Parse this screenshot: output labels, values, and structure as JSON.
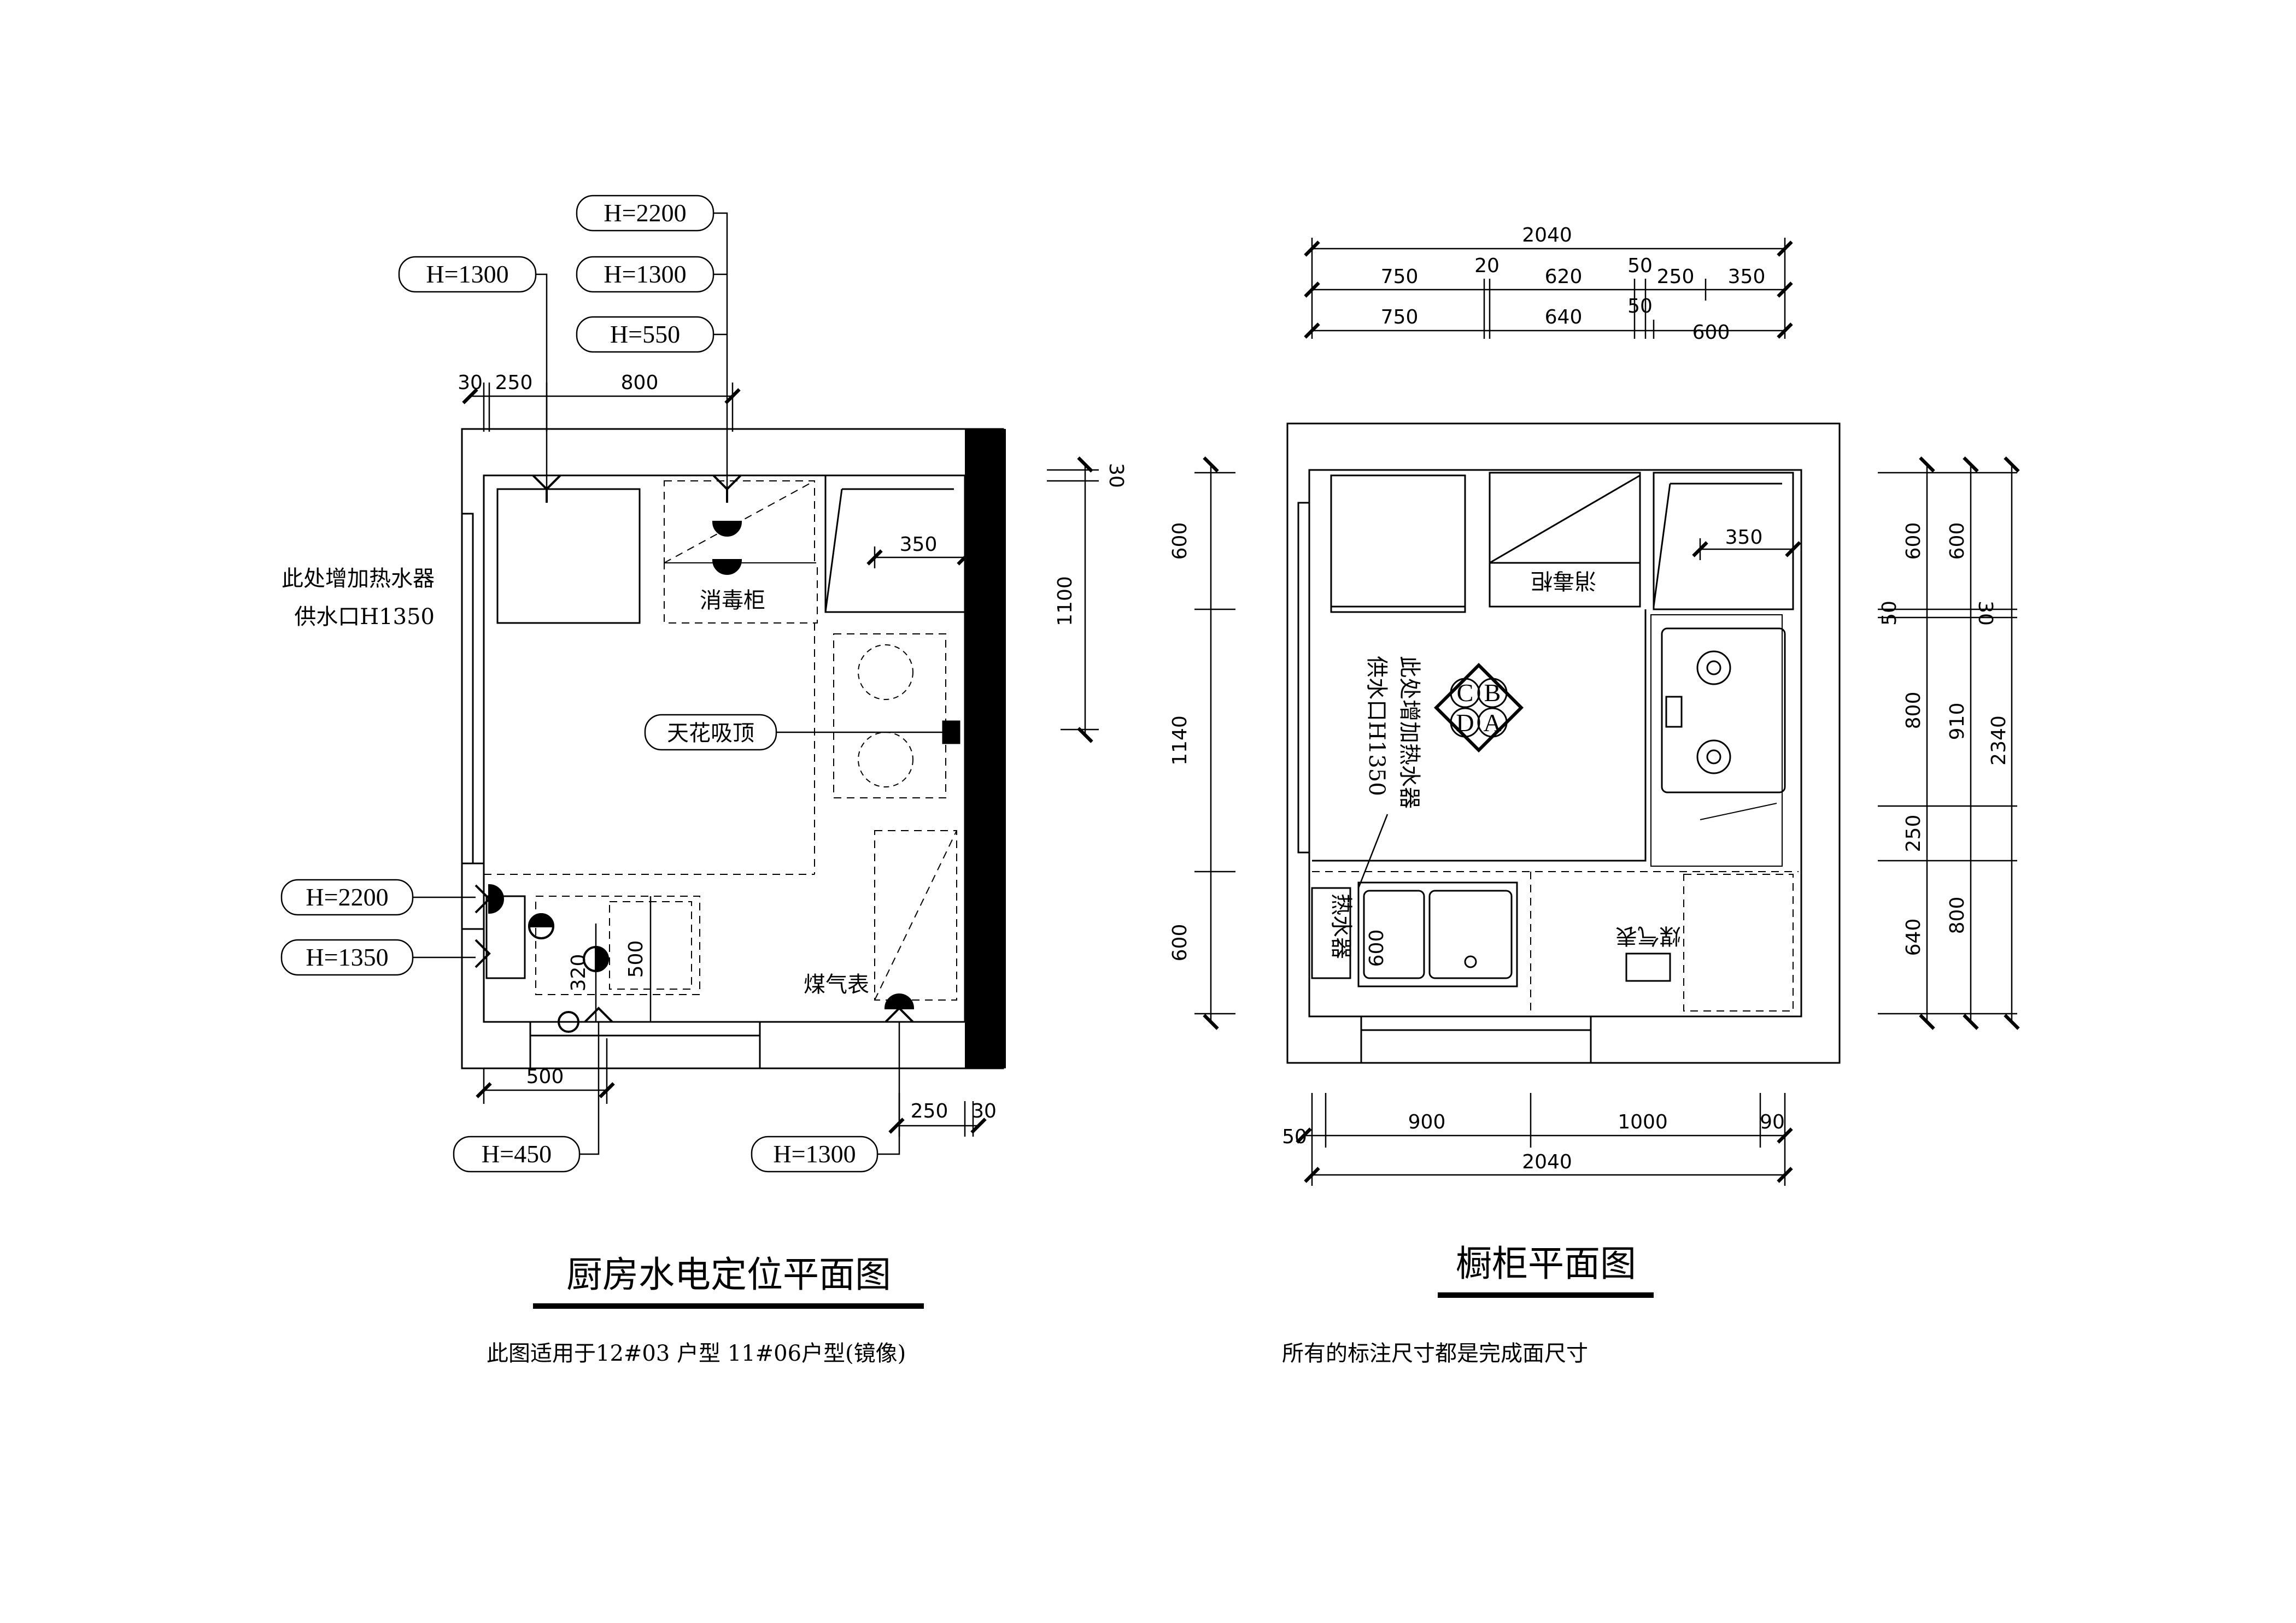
{
  "left_plan": {
    "title": "厨房水电定位平面图",
    "note": "此图适用于12#03 户型   11#06户型(镜像)",
    "heater_note_line1": "此处增加热水器",
    "heater_note_line2": "供水口H1350",
    "sterilizer": "消毒柜",
    "ceiling_tag": "天花吸顶",
    "gas_meter": "煤气表",
    "tags": {
      "h2200_top": "H=2200",
      "h1300_top": "H=1300",
      "h1300_left": "H=1300",
      "h550": "H=550",
      "h2200_side": "H=2200",
      "h1350_side": "H=1350",
      "h450": "H=450",
      "h1300_bottom": "H=1300"
    },
    "dims": {
      "top_30": "30",
      "top_250": "250",
      "top_800": "800",
      "d350": "350",
      "right_30": "30",
      "right_1100": "1100",
      "d320": "320",
      "d500v": "500",
      "bottom_500": "500",
      "bottom_250": "250",
      "bottom_30": "30"
    }
  },
  "right_plan": {
    "title": "橱柜平面图",
    "note": "所有的标注尺寸都是完成面尺寸",
    "heater_note_line1": "此处增加热水器",
    "heater_note_line2": "供水口H1350",
    "mirrored_sterilizer": "消毒柜",
    "water_heater": "热水器",
    "gas_meter": "煤气表",
    "compass": [
      "A",
      "B",
      "C",
      "D"
    ],
    "dims": {
      "top_total": "2040",
      "t750a": "750",
      "t20": "20",
      "t620": "620",
      "t50": "50",
      "t250": "250",
      "t350": "350",
      "t750b": "750",
      "t640": "640",
      "t50b": "50",
      "t600": "600",
      "d350": "350",
      "left_600a": "600",
      "left_1140": "1140",
      "left_600b": "600",
      "r600a": "600",
      "r50": "50",
      "r800": "800",
      "r250": "250",
      "r640": "640",
      "rr600": "600",
      "rr30": "30",
      "rr910": "910",
      "rr800": "800",
      "rr_total": "2340",
      "d600_sink": "600",
      "b50": "50",
      "b900": "900",
      "b1000": "1000",
      "b90": "90",
      "b_total": "2040"
    }
  }
}
